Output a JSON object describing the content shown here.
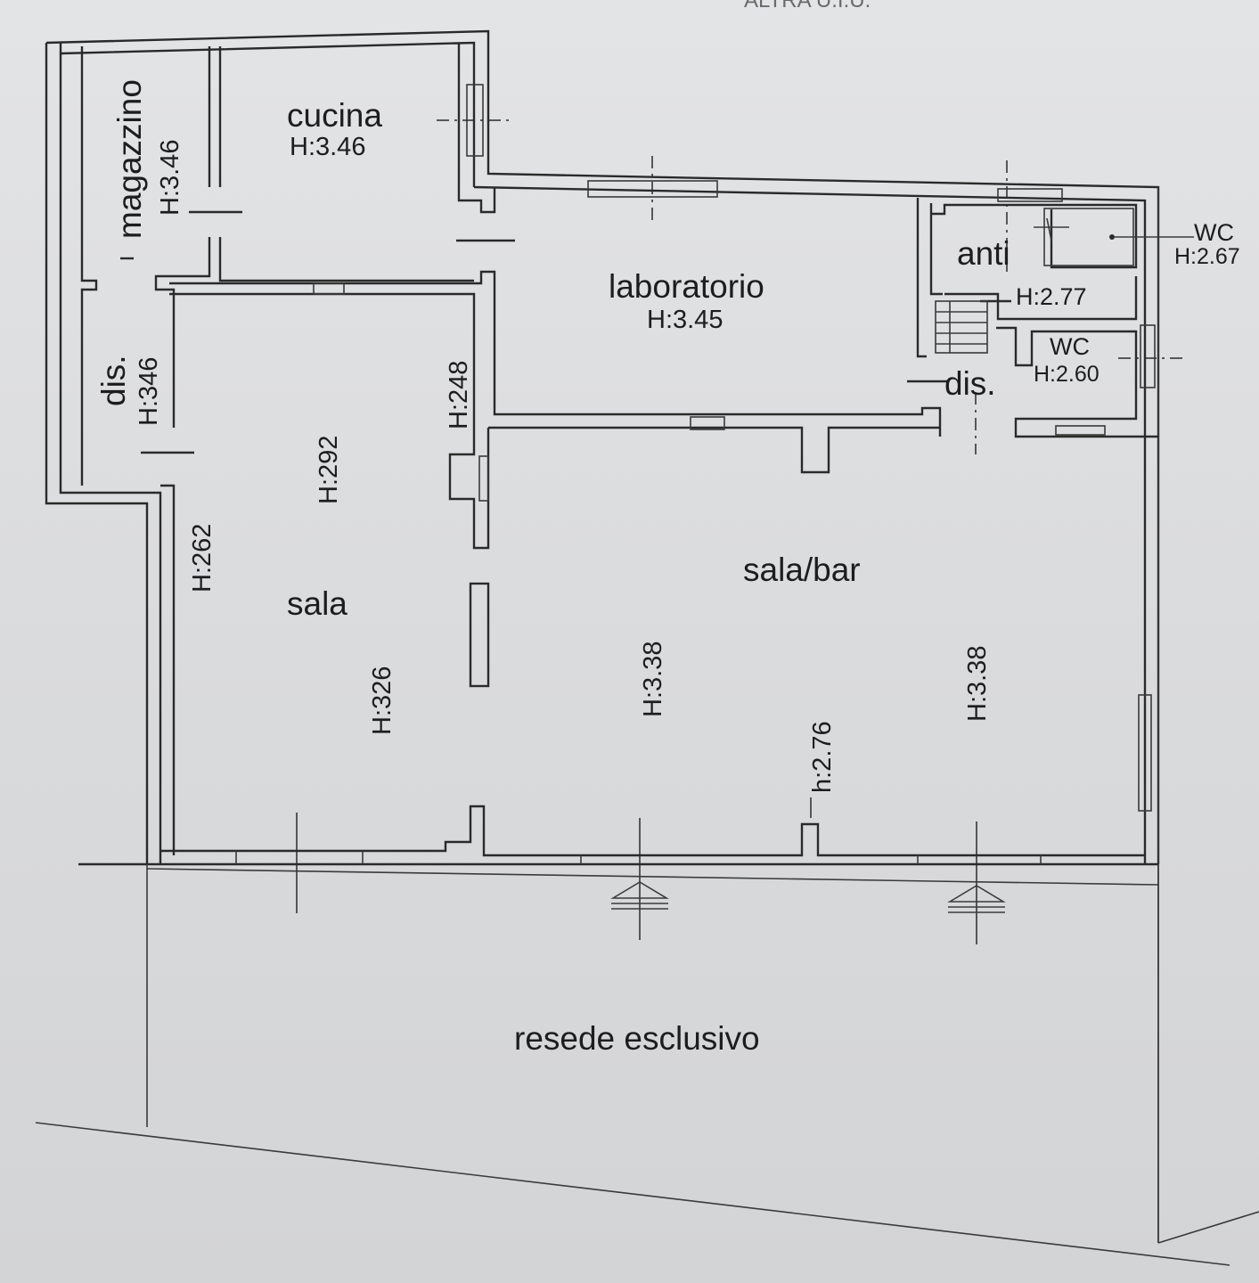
{
  "floorplan": {
    "top_partial_text": "ALTRA U.I.U.",
    "rooms": [
      {
        "key": "magazzino",
        "name": "magazzino",
        "height": "H:3.46"
      },
      {
        "key": "cucina",
        "name": "cucina",
        "height": "H:3.46"
      },
      {
        "key": "laboratorio",
        "name": "laboratorio",
        "height": "H:3.45"
      },
      {
        "key": "anti",
        "name": "anti",
        "height": "H:2.77"
      },
      {
        "key": "wc1",
        "name": "WC",
        "height": "H:2.67"
      },
      {
        "key": "wc2",
        "name": "WC",
        "height": "H:2.60"
      },
      {
        "key": "dis_right",
        "name": "dis.",
        "height": ""
      },
      {
        "key": "dis_left",
        "name": "dis.",
        "height": "H:346"
      },
      {
        "key": "sala",
        "name": "sala",
        "height": ""
      },
      {
        "key": "sala_bar",
        "name": "sala/bar",
        "height": ""
      },
      {
        "key": "resede",
        "name": "resede esclusivo",
        "height": ""
      }
    ],
    "heights": {
      "h248": "H:248",
      "h292": "H:292",
      "h262": "H:262",
      "h326": "H:326",
      "h338a": "H:3.38",
      "h338b": "H:3.38",
      "h276": "h:2.76"
    }
  }
}
